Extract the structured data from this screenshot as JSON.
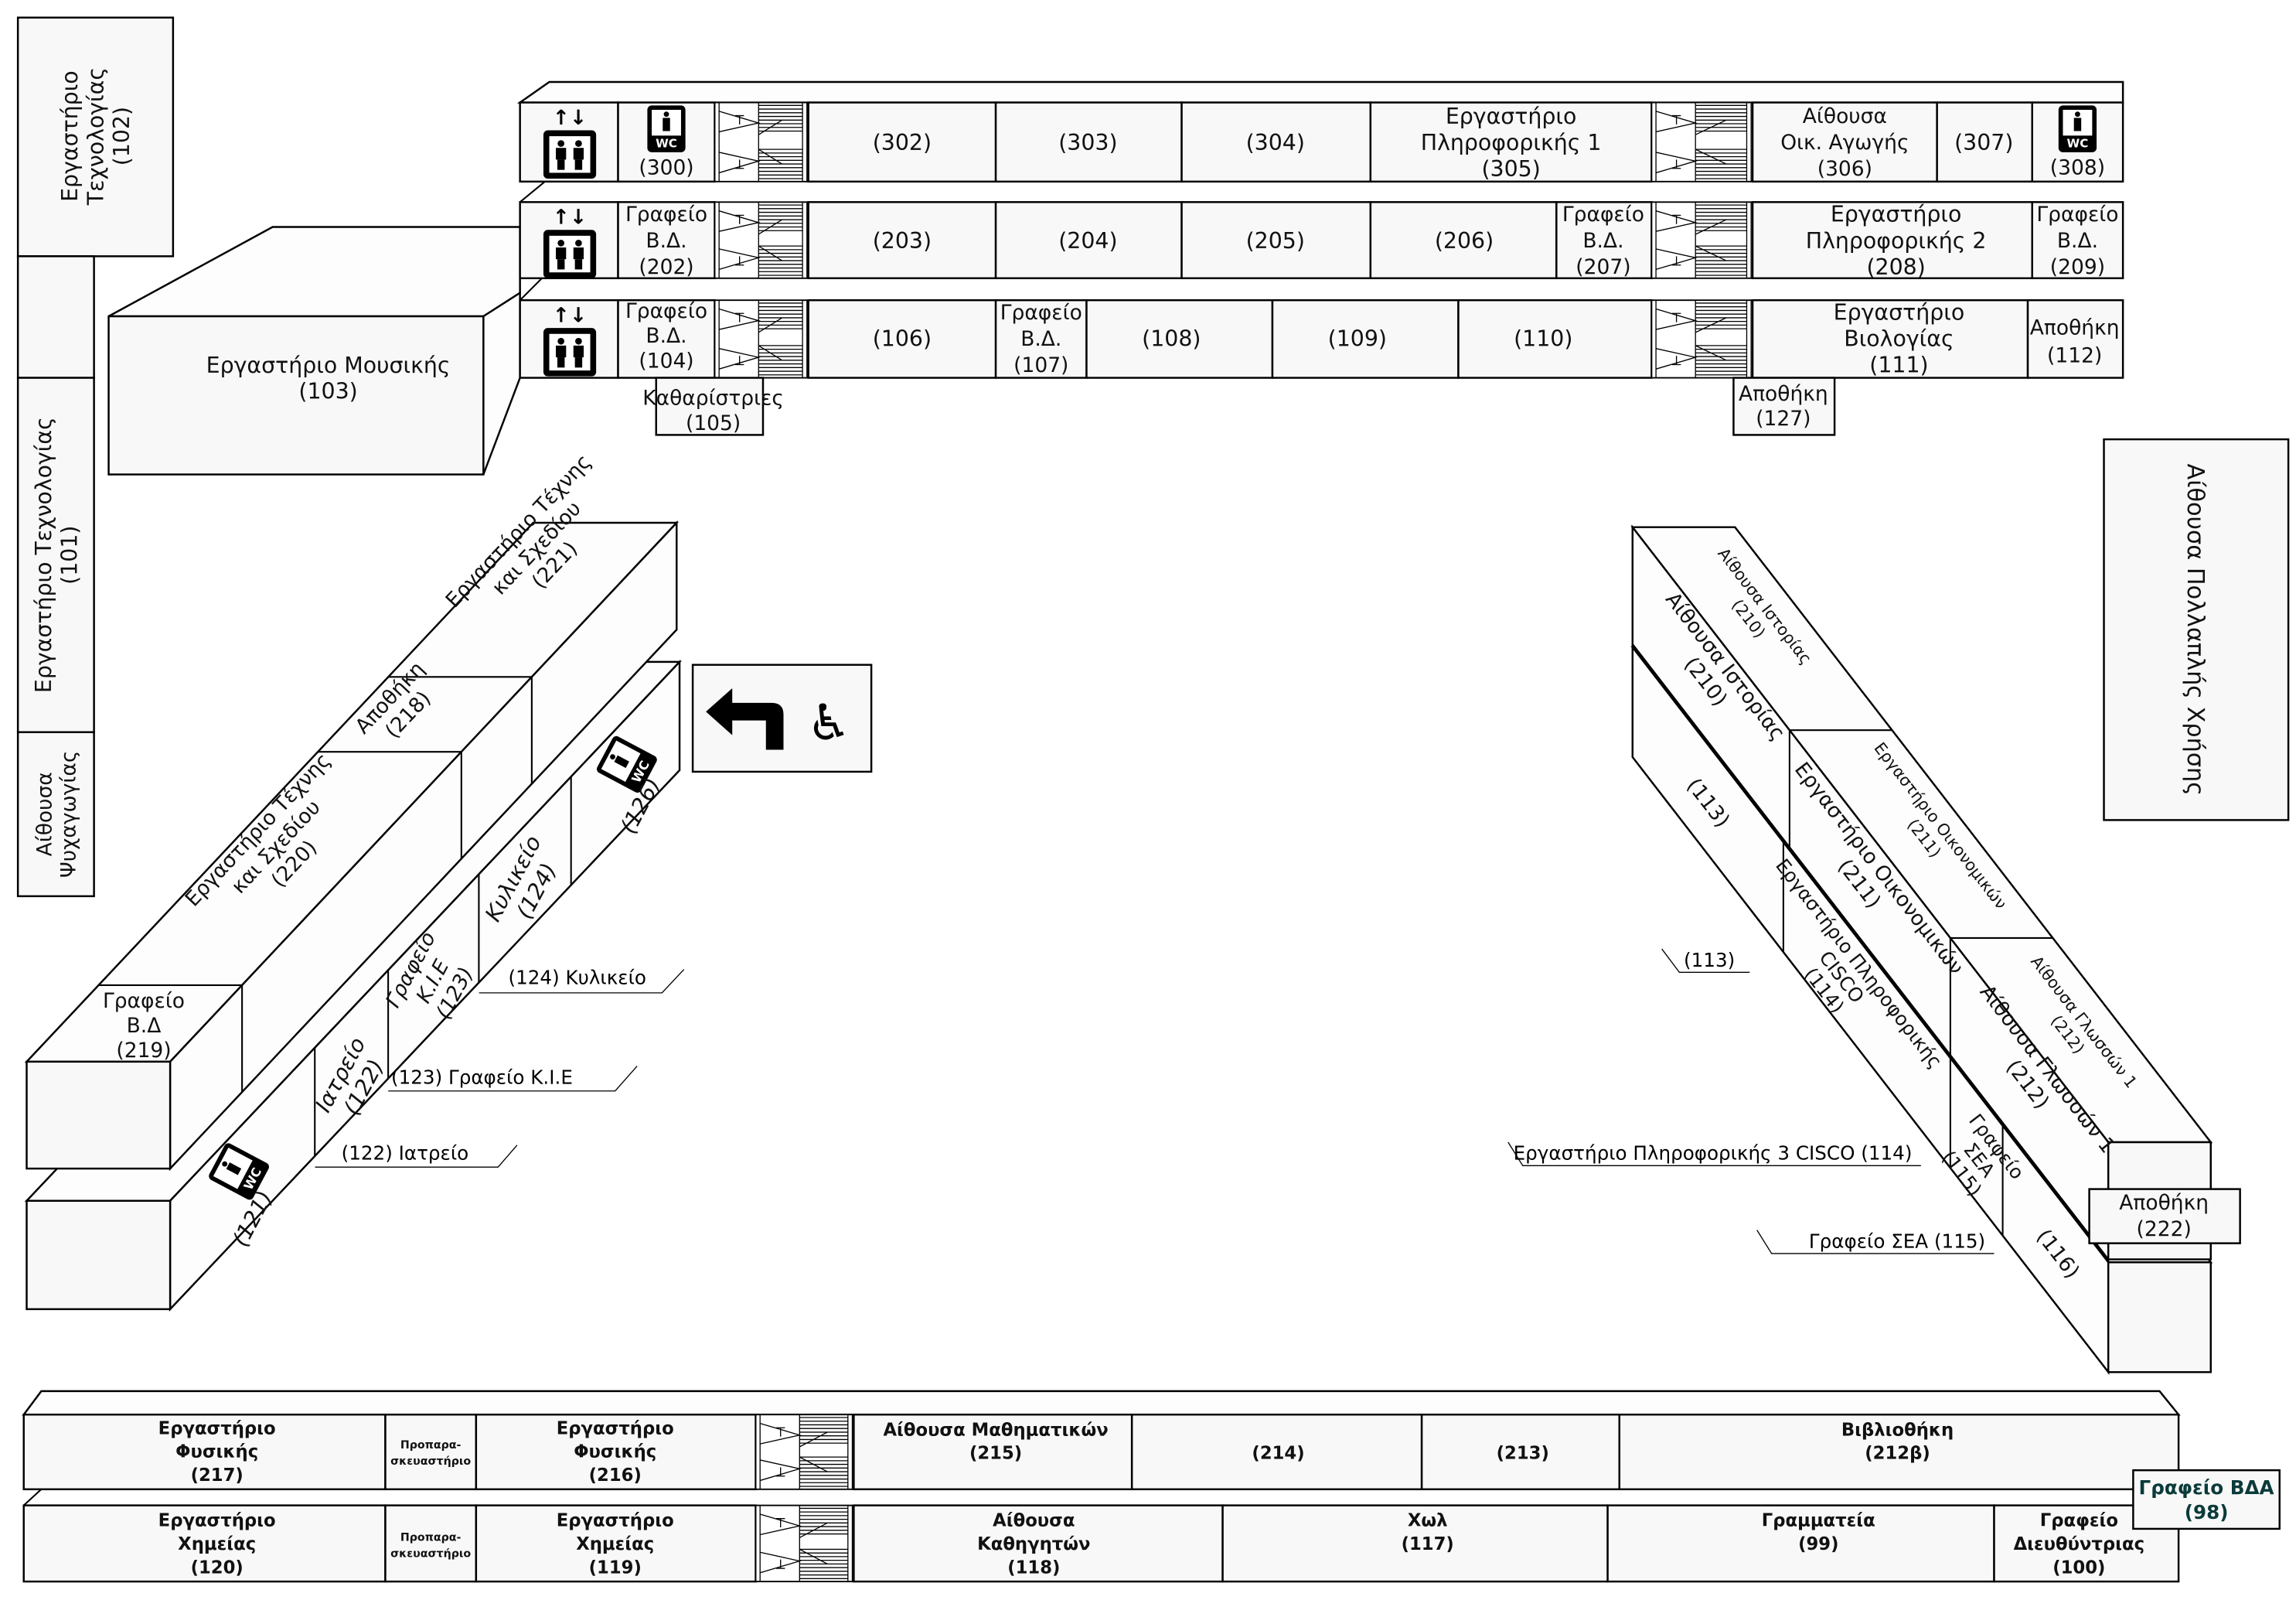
{
  "rooms": {
    "r300": [
      "(300)"
    ],
    "r302": [
      "(302)"
    ],
    "r303": [
      "(303)"
    ],
    "r304": [
      "(304)"
    ],
    "r305": [
      "Εργαστήριο",
      "Πληροφορικής 1",
      "(305)"
    ],
    "r306": [
      "Αίθουσα",
      "Οικ. Αγωγής",
      "(306)"
    ],
    "r307": [
      "(307)"
    ],
    "r308": [
      "(308)"
    ],
    "r202": [
      "Γραφείο",
      "Β.Δ.",
      "(202)"
    ],
    "r203": [
      "(203)"
    ],
    "r204": [
      "(204)"
    ],
    "r205": [
      "(205)"
    ],
    "r206": [
      "(206)"
    ],
    "r207": [
      "Γραφείο",
      "Β.Δ.",
      "(207)"
    ],
    "r208": [
      "Εργαστήριο",
      "Πληροφορικής 2",
      "(208)"
    ],
    "r209": [
      "Γραφείο",
      "Β.Δ.",
      "(209)"
    ],
    "r104": [
      "Γραφείο",
      "Β.Δ.",
      "(104)"
    ],
    "r105": [
      "Καθαρίστριες",
      "(105)"
    ],
    "r106": [
      "(106)"
    ],
    "r107": [
      "Γραφείο",
      "Β.Δ.",
      "(107)"
    ],
    "r108": [
      "(108)"
    ],
    "r109": [
      "(109)"
    ],
    "r110": [
      "(110)"
    ],
    "r111": [
      "Εργαστήριο",
      "Βιολογίας",
      "(111)"
    ],
    "r112": [
      "Αποθήκη",
      "(112)"
    ],
    "r127": [
      "Αποθήκη",
      "(127)"
    ],
    "r103": [
      "Εργαστήριο Μουσικής",
      "(103)"
    ],
    "r102": [
      "Εργαστήριο",
      "Τεχνολογίας",
      "(102)"
    ],
    "r101": [
      "Εργαστήριο Τεχνολογίας",
      "(101)"
    ],
    "psy": [
      "Αίθουσα",
      "Ψυχαγωγίας"
    ],
    "multi": [
      "Αίθουσα Πολλαπλής Χρήσης"
    ],
    "r219": [
      "Γραφείο",
      "Β.Δ",
      "(219)"
    ],
    "r220": [
      "Εργαστήριο Τέχνης",
      "και Σχεδίου",
      "(220)"
    ],
    "r218": [
      "Αποθήκη",
      "(218)"
    ],
    "r221": [
      "Εργαστήριο Τέχνης",
      "και Σχεδίου",
      "(221)"
    ],
    "r121": [
      "(121)"
    ],
    "r122": [
      "Ιατρείο",
      "(122)"
    ],
    "r123": [
      "Γραφείο",
      "Κ.Ι.Ε",
      "(123)"
    ],
    "r124": [
      "Κυλικείο",
      "(124)"
    ],
    "r126": [
      "(126)"
    ],
    "r210top": [
      "Αίθουσα Ιστορίας",
      "(210)"
    ],
    "r210": [
      "Αίθουσα Ιστορίας",
      "(210)"
    ],
    "r211top": [
      "Εργαστήριο Οικονομικών",
      "(211)"
    ],
    "r211": [
      "Εργαστήριο Οικονομικών",
      "(211)"
    ],
    "r212top": [
      "Αίθουσα Γλωσσών 1",
      "(212)"
    ],
    "r212": [
      "Αίθουσα Γλωσσών 1",
      "(212)"
    ],
    "r113": [
      "(113)"
    ],
    "r114": [
      "Εργαστήριο Πληροφορικής",
      "CISCO",
      "(114)"
    ],
    "r115": [
      "Γραφείο",
      "ΣΕΑ",
      "(115)"
    ],
    "r116": [
      "(116)"
    ],
    "r222": [
      "Αποθήκη",
      "(222)"
    ],
    "r217": [
      "Εργαστήριο",
      "Φυσικής",
      "(217)"
    ],
    "prep1": [
      "Προπαρα-",
      "σκευαστήριο"
    ],
    "r216": [
      "Εργαστήριο",
      "Φυσικής",
      "(216)"
    ],
    "r215": [
      "Αίθουσα Μαθηματικών",
      "(215)"
    ],
    "r214": [
      "(214)"
    ],
    "r213": [
      "(213)"
    ],
    "r212b": [
      "Βιβλιοθήκη",
      "(212β)"
    ],
    "r120": [
      "Εργαστήριο",
      "Χημείας",
      "(120)"
    ],
    "prep2": [
      "Προπαρα-",
      "σκευαστήριο"
    ],
    "r119": [
      "Εργαστήριο",
      "Χημείας",
      "(119)"
    ],
    "r118": [
      "Αίθουσα",
      "Καθηγητών",
      "(118)"
    ],
    "r117": [
      "Χωλ",
      "(117)"
    ],
    "r99": [
      "Γραμματεία",
      "(99)"
    ],
    "r100": [
      "Γραφείο",
      "Διευθύντριας",
      "(100)"
    ],
    "r98": [
      "Γραφείο ΒΔΑ",
      "(98)"
    ]
  },
  "callouts": {
    "c124": "(124) Κυλικείο",
    "c123": "(123) Γραφείο Κ.Ι.Ε",
    "c122": "(122) Ιατρείο",
    "c113": "(113)",
    "c114": "Εργαστήριο Πληροφορικής 3 CISCO (114)",
    "c115": "Γραφείο ΣΕΑ (115)"
  },
  "icons": {
    "elevator": "elevator-icon",
    "wc": "wc-icon",
    "stairs": "stairs-icon",
    "direction": "turn-left-arrow-icon",
    "accessible": "wheelchair-icon",
    "elevator_arrows": "↑↓",
    "wc_text": "WC",
    "wheelchair_glyph": "♿"
  },
  "colors": {
    "room_fill": "#f8f8f8",
    "line": "#000000",
    "r98_text": "#0b3a3a"
  }
}
